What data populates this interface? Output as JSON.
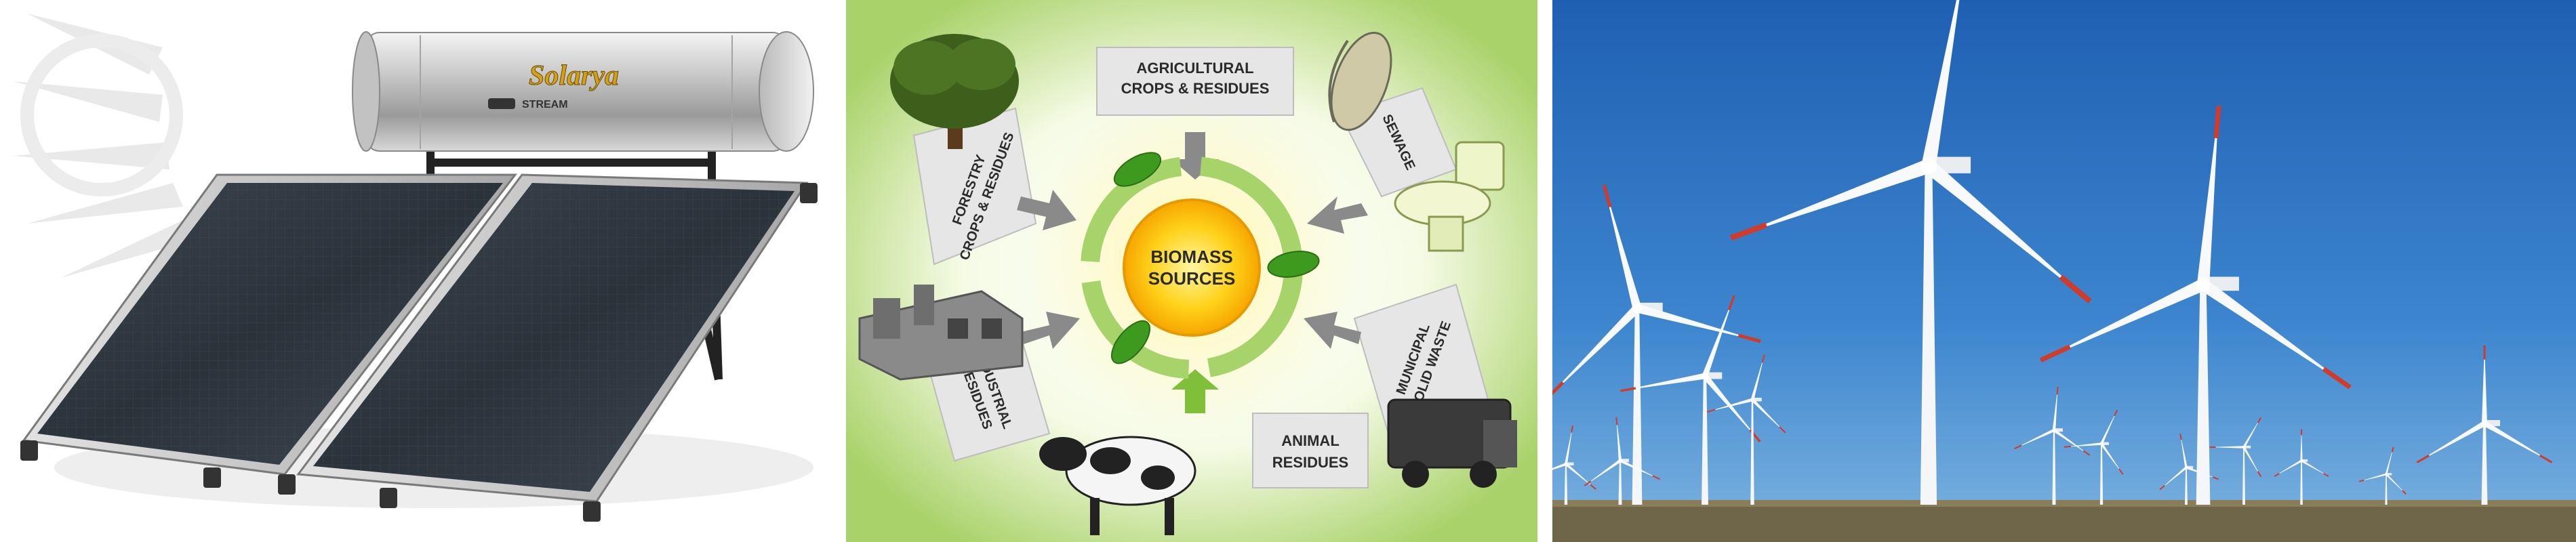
{
  "solar": {
    "brand": "Solarya",
    "sub_brand": "STREAM"
  },
  "biomass": {
    "center": [
      "BIOMASS",
      "SOURCES"
    ],
    "sources": {
      "agricultural": [
        "AGRICULTURAL",
        "CROPS & RESIDUES"
      ],
      "forestry": [
        "FORESTRY",
        "CROPS & RESIDUES"
      ],
      "sewage": [
        "SEWAGE"
      ],
      "industrial": [
        "INDUSTRIAL",
        "RESIDUES"
      ],
      "municipal": [
        "MUNICIPAL",
        "SOLID WASTE"
      ],
      "animal": [
        "ANIMAL",
        "RESIDUES"
      ]
    }
  },
  "wind": {
    "turbines": 14
  }
}
